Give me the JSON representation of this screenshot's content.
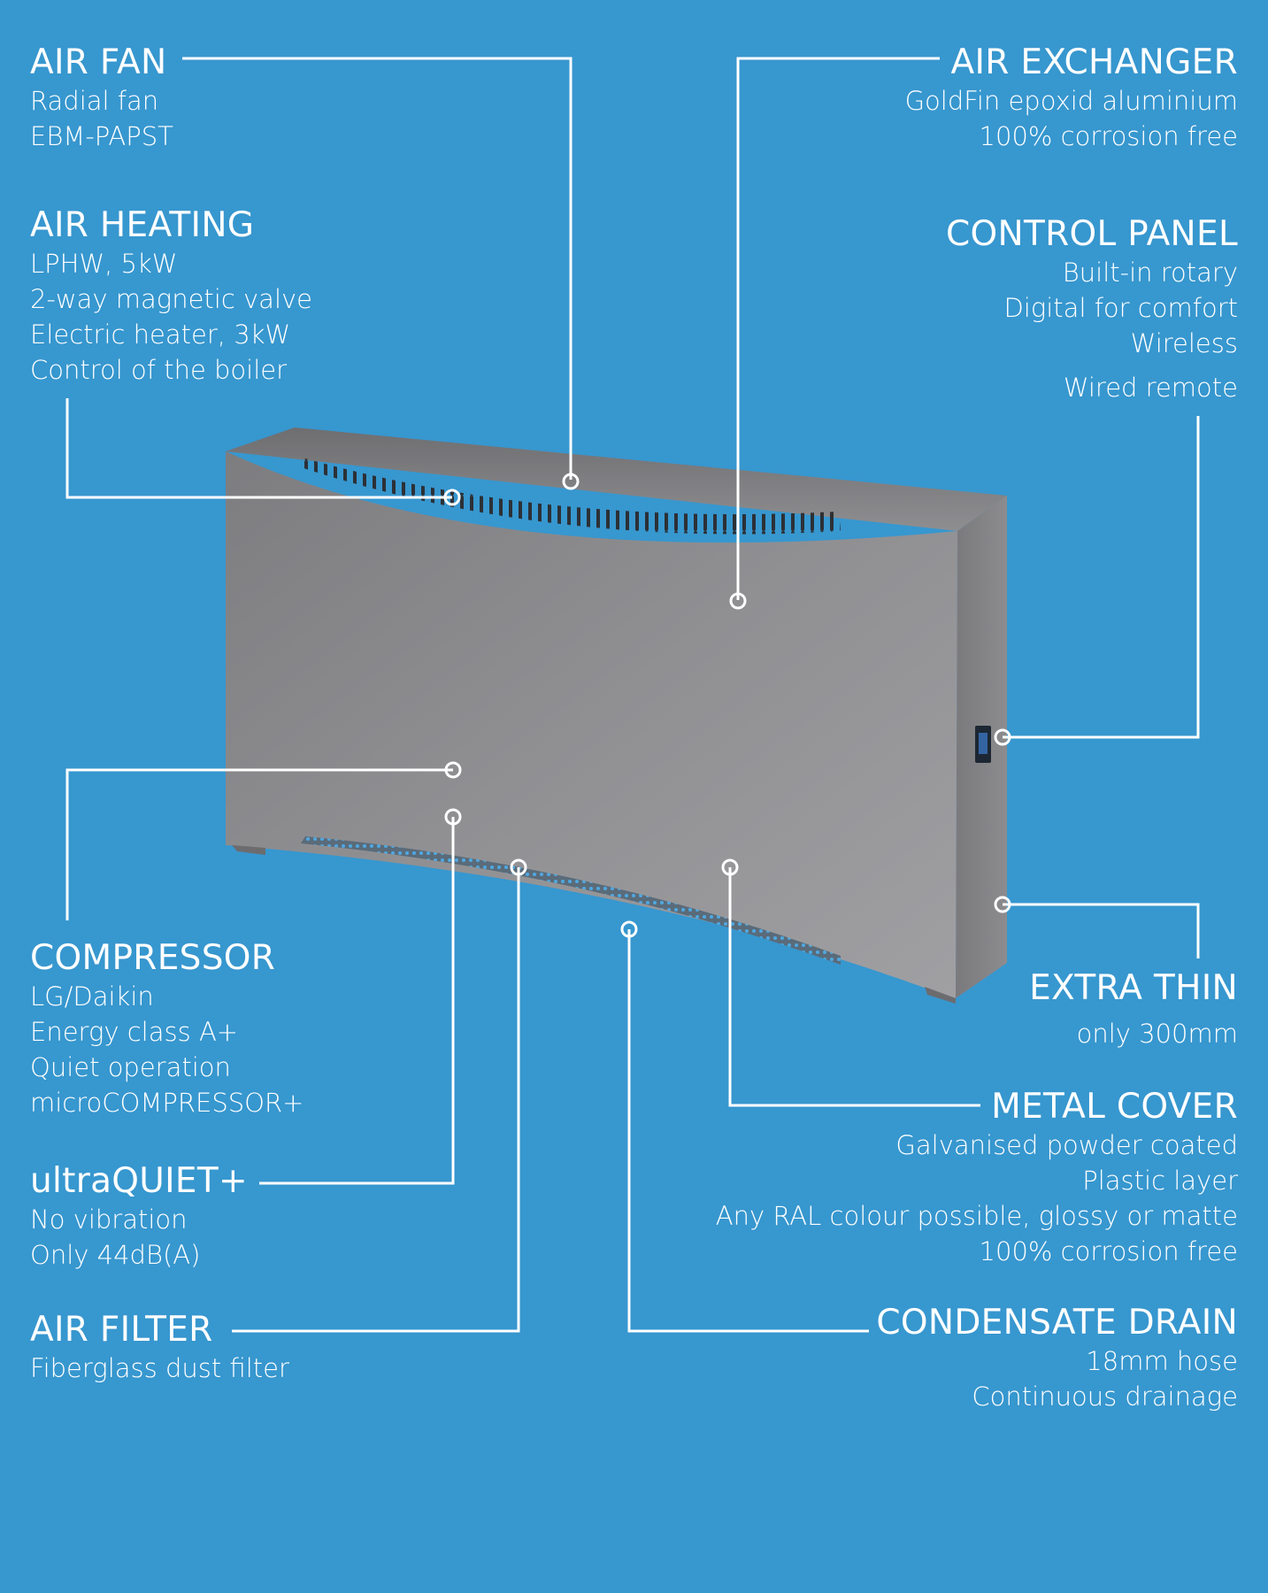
{
  "left_callouts": [
    {
      "key": "fan",
      "title": "AIR FAN",
      "lines": [
        "Radial fan",
        "EBM-PAPST"
      ]
    },
    {
      "key": "heating",
      "title": "AIR HEATING",
      "lines": [
        "LPHW, 5kW",
        "2-way magnetic valve",
        "Electric heater, 3kW",
        "Control of the boiler"
      ]
    },
    {
      "key": "compressor",
      "title": "COMPRESSOR",
      "lines": [
        "LG/Daikin",
        "Energy class A+",
        "Quiet operation",
        "microCOMPRESSOR+"
      ]
    },
    {
      "key": "quiet",
      "title": "ultraQUIET+",
      "lines": [
        "No vibration",
        "Only 44dB(A)"
      ]
    },
    {
      "key": "filter",
      "title": "AIR FILTER",
      "lines": [
        "Fiberglass dust filter"
      ]
    }
  ],
  "right_callouts": [
    {
      "key": "exchanger",
      "title": "AIR EXCHANGER",
      "lines": [
        "GoldFin epoxid aluminium",
        "100% corrosion free"
      ]
    },
    {
      "key": "control",
      "title": "CONTROL PANEL",
      "lines": [
        "Built-in rotary",
        "Digital for comfort",
        "Wireless",
        "Wired remote"
      ]
    },
    {
      "key": "thin",
      "title": "EXTRA THIN",
      "lines": [
        "only 300mm"
      ]
    },
    {
      "key": "cover",
      "title": "METAL COVER",
      "lines": [
        "Galvanised powder coated",
        "Plastic layer",
        "Any RAL colour possible, glossy or matte",
        "100% corrosion free"
      ]
    },
    {
      "key": "drain",
      "title": "CONDENSATE DRAIN",
      "lines": [
        "18mm hose",
        "Continuous drainage"
      ]
    }
  ],
  "colors": {
    "background": "#3797cf",
    "text": "#ffffff",
    "leader": "#ffffff",
    "device": "#8d8d90"
  }
}
